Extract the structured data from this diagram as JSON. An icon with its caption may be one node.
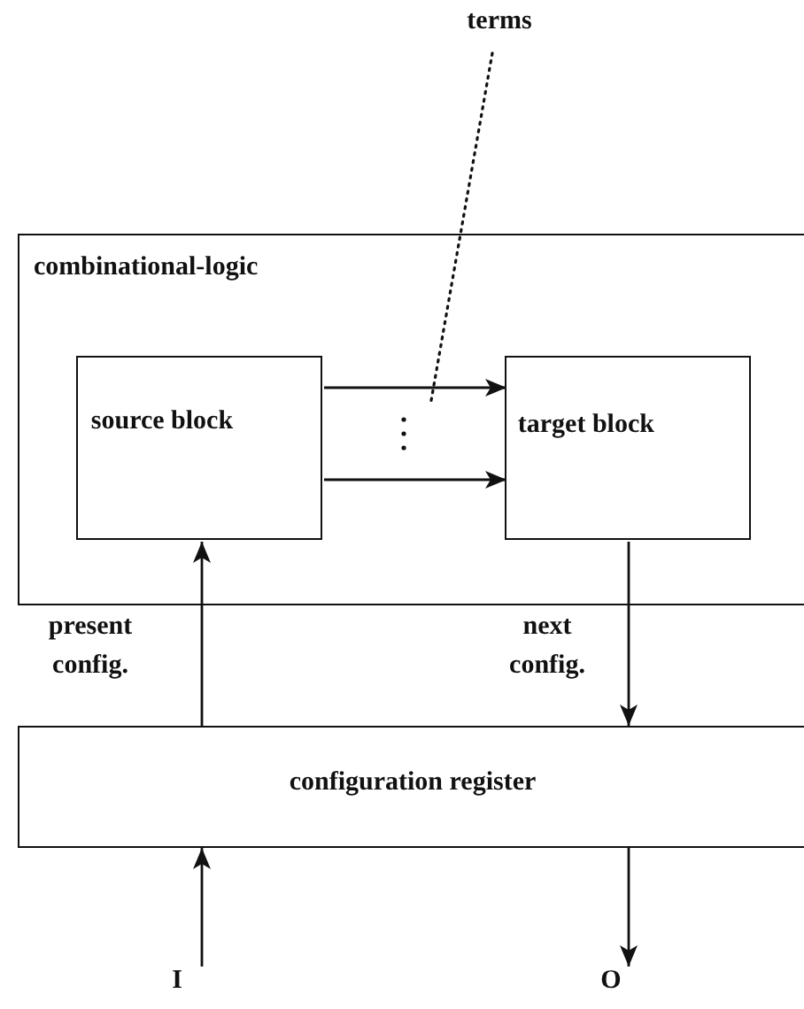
{
  "diagram": {
    "nodes": [
      {
        "text": [
          "combinational-logic"
        ]
      },
      {
        "text": [
          "source block"
        ],
        "in": 0
      },
      {
        "text": [
          "target block"
        ],
        "in": 0
      },
      {
        "text": [
          "configuration register"
        ]
      },
      {
        "text": [
          "terms"
        ]
      },
      {
        "text": [
          "I"
        ]
      },
      {
        "text": [
          "O"
        ]
      }
    ],
    "edges": [
      {
        "from": 1,
        "to": 2,
        "arrow": "to"
      },
      {
        "from": 1,
        "to": 2,
        "arrow": "to"
      },
      {
        "from": 3,
        "to": 1,
        "arrow": "to",
        "label": "present config."
      },
      {
        "from": 2,
        "to": 3,
        "arrow": "to",
        "label": "next config."
      },
      {
        "from": 5,
        "to": 3,
        "arrow": "to"
      },
      {
        "from": 3,
        "to": 6,
        "arrow": "to"
      },
      {
        "from": 4,
        "to": null,
        "arrow": "none",
        "style": "dashed"
      }
    ]
  }
}
